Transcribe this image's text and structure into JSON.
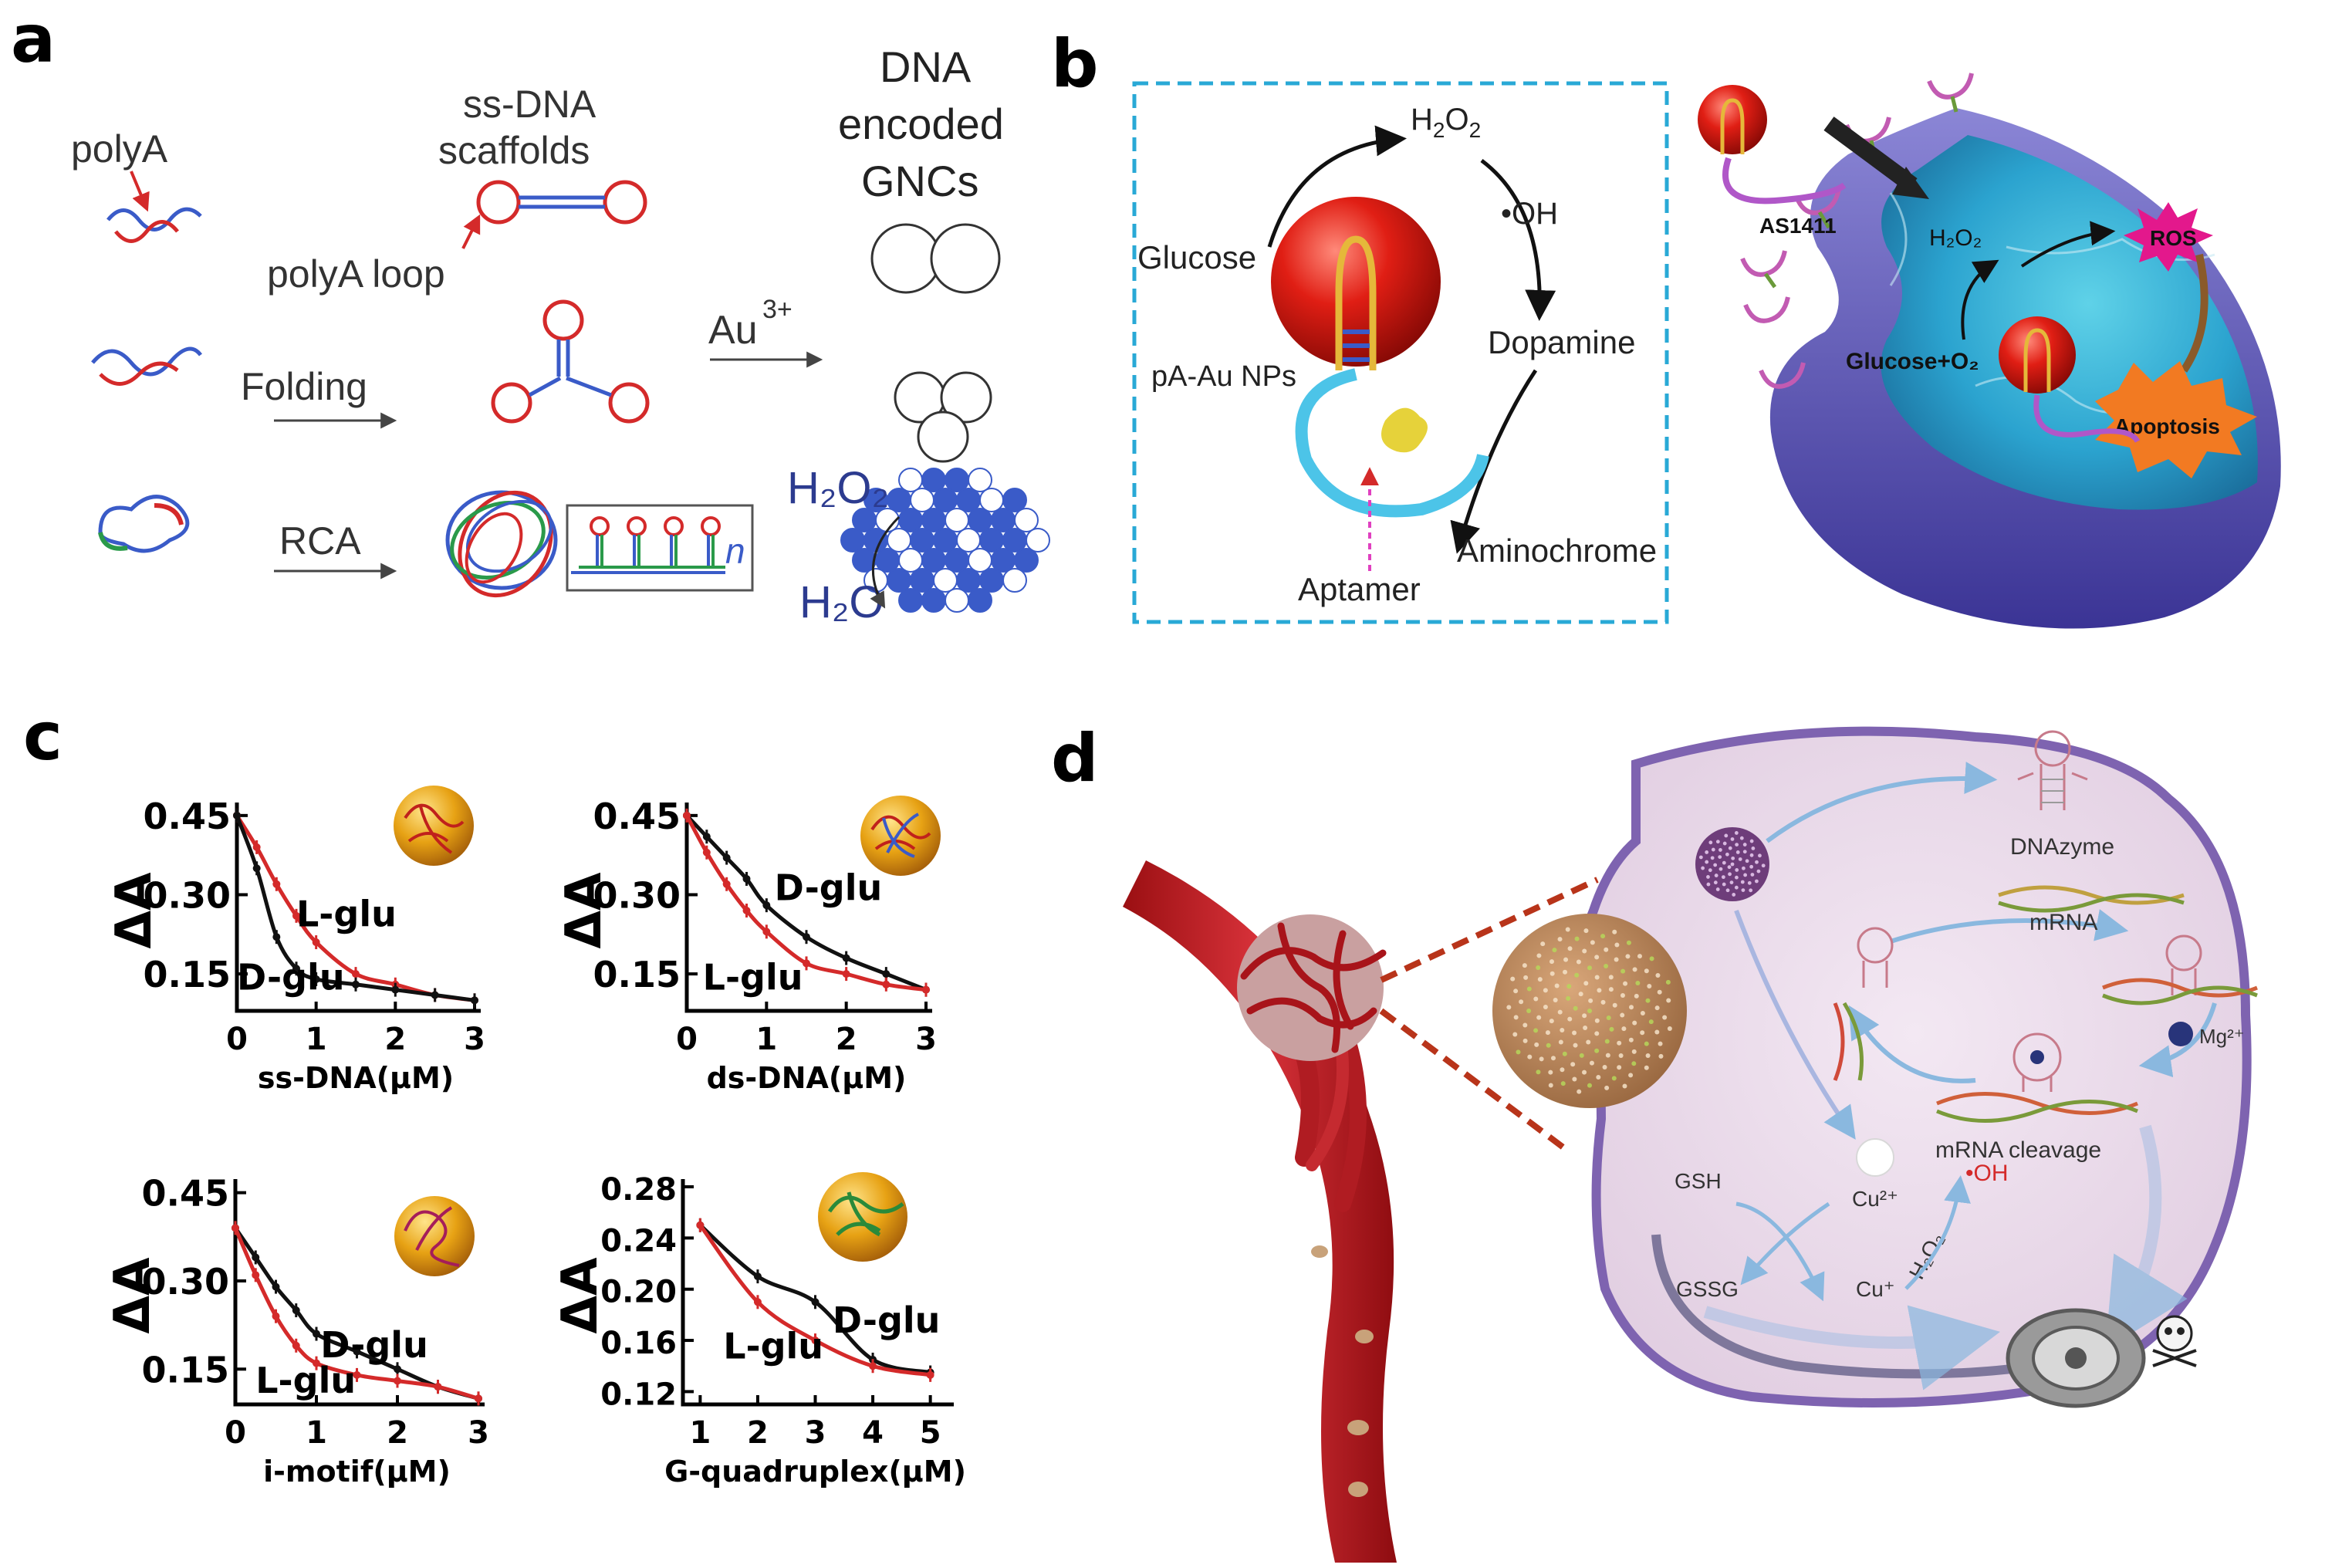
{
  "panels": {
    "a": {
      "letter": "a",
      "polyA": "polyA",
      "ss_dna_1": "ss-DNA",
      "ss_dna_2": "scaffolds",
      "polyA_loop": "polyA  loop",
      "folding": "Folding",
      "rca": "RCA",
      "n": "n",
      "au": "Au",
      "au_sup": "3+",
      "gnc_1": "DNA",
      "gnc_2": "encoded",
      "gnc_3": "GNCs",
      "h2o2": "H₂O₂",
      "h2o": "H₂O"
    },
    "b": {
      "letter": "b",
      "h2o2": "H",
      "h2o2_sub": "2",
      "h2o2_o": "O",
      "h2o2_sub2": "2",
      "oh": "•OH",
      "glucose": "Glucose",
      "dopamine": "Dopamine",
      "pa_au": "pA-Au NPs",
      "aminochrome": "Aminochrome",
      "aptamer": "Aptamer",
      "as1411": "AS1411",
      "cell_h2o2": "H₂O₂",
      "ros": "ROS",
      "glucose_o2": "Glucose+O₂",
      "apoptosis": "Apoptosis"
    },
    "c": {
      "letter": "c",
      "d_glu": "D-glu",
      "l_glu": "L-glu"
    },
    "d": {
      "letter": "d",
      "dnazyme": "DNAzyme",
      "mrna": "mRNA",
      "mg": "Mg²⁺",
      "mrna_cleavage": "mRNA cleavage",
      "gsh": "GSH",
      "gssg": "GSSG",
      "cu2": "Cu²⁺",
      "cu1": "Cu⁺",
      "oh": "•OH",
      "h2o2": "H₂O₂"
    }
  },
  "colors": {
    "d_series": "#111111",
    "l_series": "#d42a2a",
    "dashed_box": "#29a9d6",
    "panel_b_text": "#222222"
  },
  "chart_data": [
    {
      "type": "line",
      "ylabel": "ΔA",
      "xlabel": "ss-DNA(μM)",
      "xticks": [
        "0",
        "1",
        "2",
        "3"
      ],
      "yticks": [
        "0.15",
        "0.30",
        "0.45"
      ],
      "xlim": [
        0,
        3
      ],
      "ylim": [
        0.08,
        0.46
      ],
      "series": [
        {
          "name": "L-glu",
          "x": [
            0,
            0.25,
            0.5,
            0.75,
            1,
            1.5,
            2,
            2.5,
            3
          ],
          "y": [
            0.45,
            0.39,
            0.32,
            0.26,
            0.21,
            0.15,
            0.13,
            0.11,
            0.1
          ]
        },
        {
          "name": "D-glu",
          "x": [
            0,
            0.25,
            0.5,
            0.75,
            1,
            1.5,
            2,
            2.5,
            3
          ],
          "y": [
            0.45,
            0.35,
            0.22,
            0.16,
            0.14,
            0.13,
            0.12,
            0.11,
            0.1
          ]
        }
      ],
      "labels": [
        {
          "text": "L-glu",
          "series": "L-glu",
          "x": 0.75,
          "y": 0.24
        },
        {
          "text": "D-glu",
          "series": "D-glu",
          "x": 0.0,
          "y": 0.12
        }
      ]
    },
    {
      "type": "line",
      "ylabel": "ΔA",
      "xlabel": "ds-DNA(μM)",
      "xticks": [
        "0",
        "1",
        "2",
        "3"
      ],
      "yticks": [
        "0.15",
        "0.30",
        "0.45"
      ],
      "xlim": [
        0,
        3
      ],
      "ylim": [
        0.08,
        0.46
      ],
      "series": [
        {
          "name": "D-glu",
          "x": [
            0,
            0.25,
            0.5,
            0.75,
            1,
            1.5,
            2,
            2.5,
            3
          ],
          "y": [
            0.45,
            0.41,
            0.37,
            0.33,
            0.28,
            0.22,
            0.18,
            0.15,
            0.12
          ]
        },
        {
          "name": "L-glu",
          "x": [
            0,
            0.25,
            0.5,
            0.75,
            1,
            1.5,
            2,
            2.5,
            3
          ],
          "y": [
            0.45,
            0.38,
            0.32,
            0.27,
            0.23,
            0.17,
            0.15,
            0.13,
            0.12
          ]
        }
      ],
      "labels": [
        {
          "text": "D-glu",
          "series": "D-glu",
          "x": 1.1,
          "y": 0.29
        },
        {
          "text": "L-glu",
          "series": "L-glu",
          "x": 0.2,
          "y": 0.12
        }
      ]
    },
    {
      "type": "line",
      "ylabel": "ΔA",
      "xlabel": "i-motif(μM)",
      "xticks": [
        "0",
        "1",
        "2",
        "3"
      ],
      "yticks": [
        "0.15",
        "0.30",
        "0.45"
      ],
      "xlim": [
        0,
        3
      ],
      "ylim": [
        0.09,
        0.46
      ],
      "series": [
        {
          "name": "D-glu",
          "x": [
            0,
            0.25,
            0.5,
            0.75,
            1,
            1.5,
            2,
            2.5,
            3
          ],
          "y": [
            0.39,
            0.34,
            0.29,
            0.25,
            0.21,
            0.18,
            0.15,
            0.12,
            0.1
          ]
        },
        {
          "name": "L-glu",
          "x": [
            0,
            0.25,
            0.5,
            0.75,
            1,
            1.5,
            2,
            2.5,
            3
          ],
          "y": [
            0.39,
            0.31,
            0.24,
            0.19,
            0.16,
            0.14,
            0.13,
            0.12,
            0.1
          ]
        }
      ],
      "labels": [
        {
          "text": "D-glu",
          "series": "D-glu",
          "x": 1.05,
          "y": 0.17
        },
        {
          "text": "L-glu",
          "series": "L-glu",
          "x": 0.25,
          "y": 0.11
        }
      ]
    },
    {
      "type": "line",
      "ylabel": "ΔA",
      "xlabel": "G-quadruplex(μM)",
      "xticks": [
        "1",
        "2",
        "3",
        "4",
        "5"
      ],
      "yticks": [
        "0.12",
        "0.16",
        "0.20",
        "0.24",
        "0.28"
      ],
      "xlim": [
        0.7,
        5.3
      ],
      "ylim": [
        0.11,
        0.28
      ],
      "series": [
        {
          "name": "D-glu",
          "x": [
            1,
            2,
            3,
            4,
            5
          ],
          "y": [
            0.25,
            0.21,
            0.19,
            0.145,
            0.135
          ]
        },
        {
          "name": "L-glu",
          "x": [
            1,
            2,
            3,
            4,
            5
          ],
          "y": [
            0.25,
            0.19,
            0.16,
            0.14,
            0.133
          ]
        }
      ],
      "labels": [
        {
          "text": "D-glu",
          "series": "D-glu",
          "x": 3.3,
          "y": 0.166
        },
        {
          "text": "L-glu",
          "series": "L-glu",
          "x": 1.4,
          "y": 0.146
        }
      ]
    }
  ]
}
